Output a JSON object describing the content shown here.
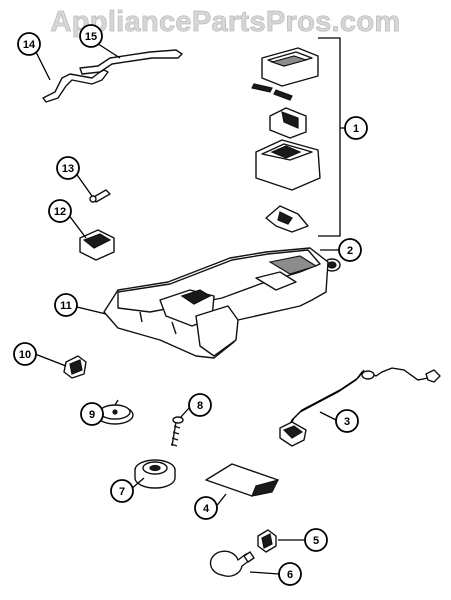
{
  "watermark": {
    "text": "AppliancePartsPros.com"
  },
  "callouts": [
    {
      "id": "1",
      "label": "1"
    },
    {
      "id": "2",
      "label": "2"
    },
    {
      "id": "3",
      "label": "3"
    },
    {
      "id": "4",
      "label": "4"
    },
    {
      "id": "5",
      "label": "5"
    },
    {
      "id": "6",
      "label": "6"
    },
    {
      "id": "7",
      "label": "7"
    },
    {
      "id": "8",
      "label": "8"
    },
    {
      "id": "9",
      "label": "9"
    },
    {
      "id": "10",
      "label": "10"
    },
    {
      "id": "11",
      "label": "11"
    },
    {
      "id": "12",
      "label": "12"
    },
    {
      "id": "13",
      "label": "13"
    },
    {
      "id": "14",
      "label": "14"
    },
    {
      "id": "15",
      "label": "15"
    }
  ]
}
